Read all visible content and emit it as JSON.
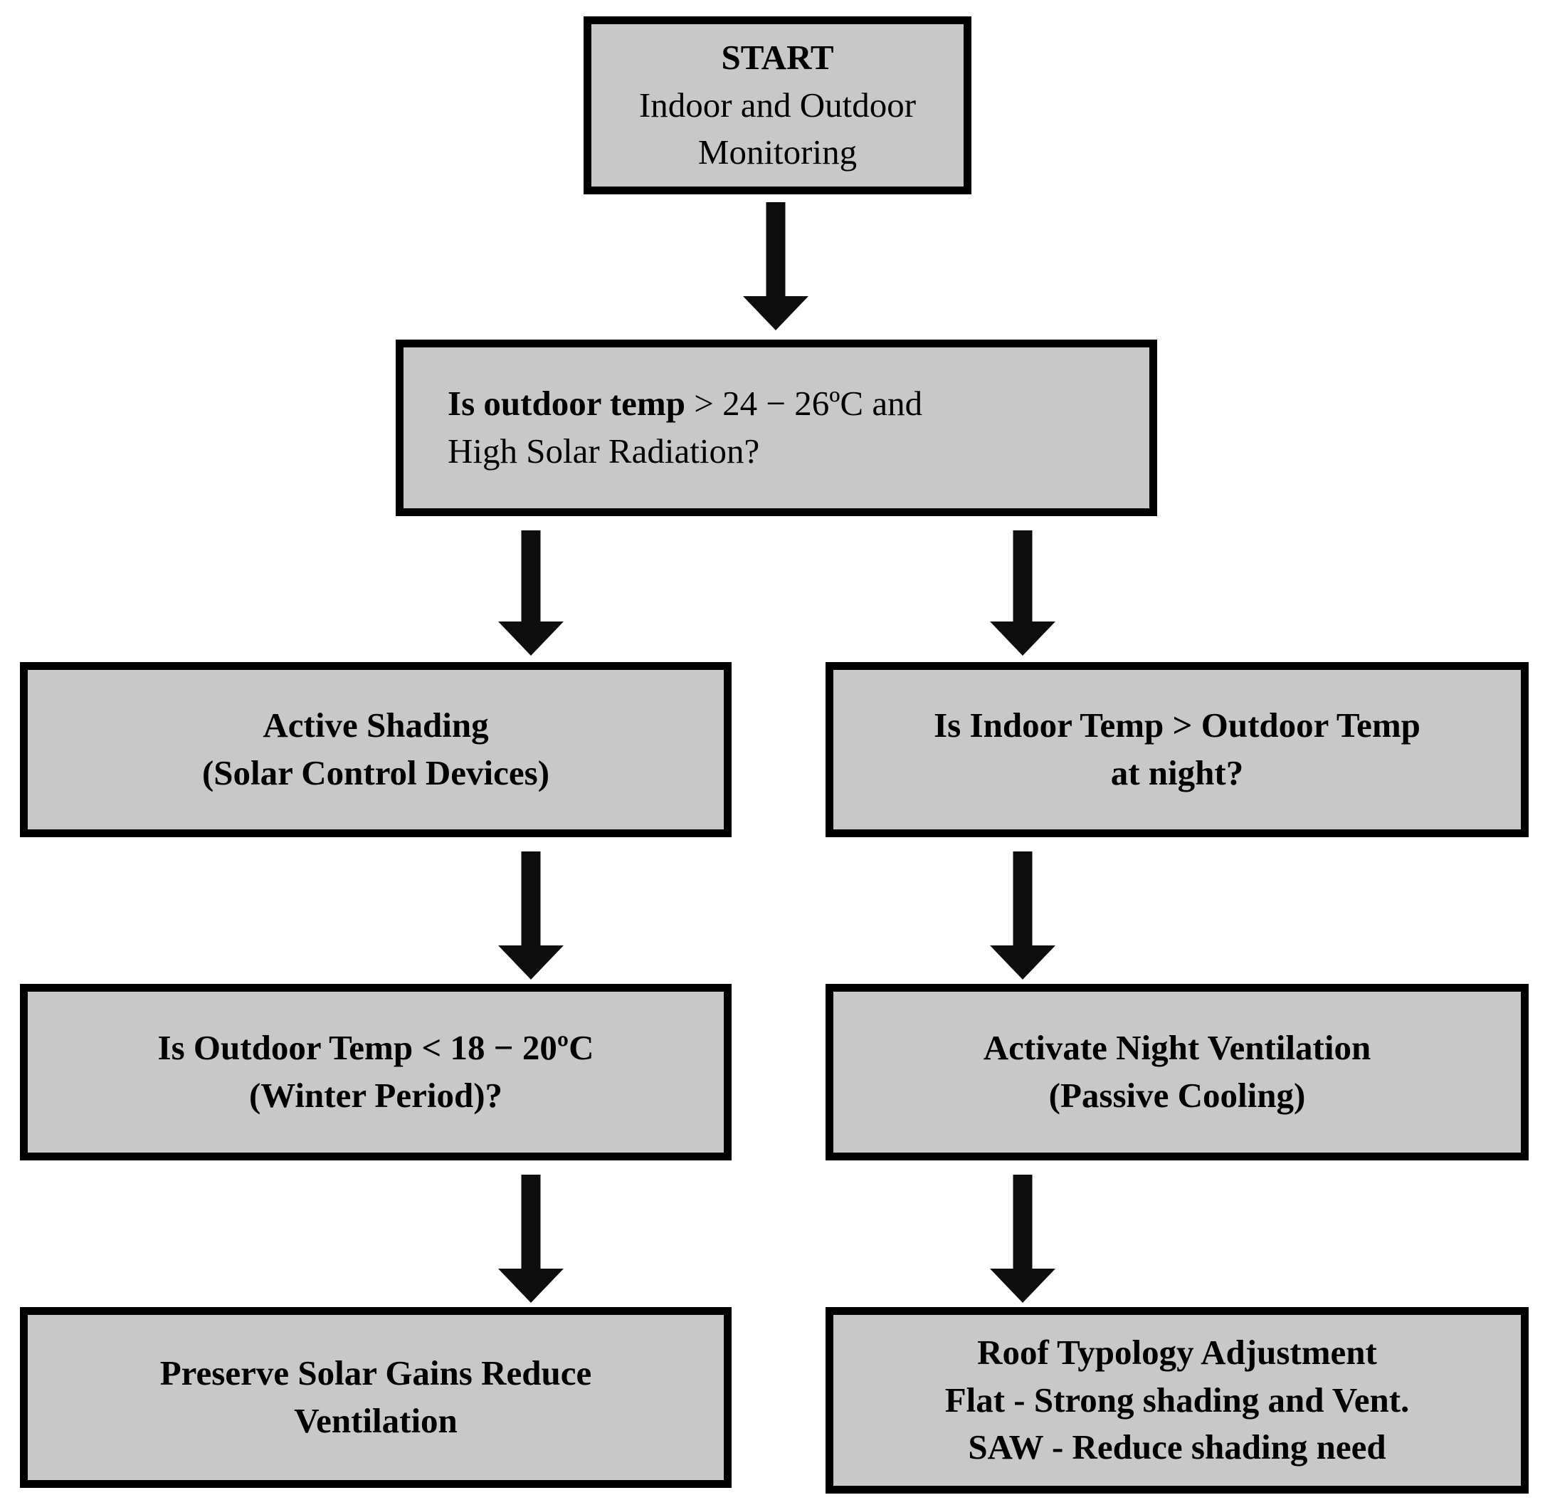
{
  "colors": {
    "background": "#ffffff",
    "box_fill": "#c8c8c8",
    "box_border": "#000000",
    "arrow": "#0d0d0d"
  },
  "nodes": {
    "start": {
      "line1": "START",
      "line2": "Indoor and Outdoor",
      "line3": "Monitoring"
    },
    "decision_outdoor_temp": {
      "line1_bold": "Is outdoor temp",
      "line1_rest": " > 24 − 26ºC and",
      "line2": "High Solar Radiation?"
    },
    "active_shading": {
      "line1": "Active Shading",
      "line2": "(Solar Control Devices)"
    },
    "indoor_vs_outdoor": {
      "line1": "Is Indoor Temp > Outdoor Temp",
      "line2": "at night?"
    },
    "winter_check": {
      "line1": "Is Outdoor Temp < 18 − 20ºC",
      "line2": "(Winter Period)?"
    },
    "night_ventilation": {
      "line1": "Activate Night Ventilation",
      "line2": "(Passive Cooling)"
    },
    "preserve_solar_gains": {
      "line1": "Preserve Solar Gains Reduce",
      "line2": "Ventilation"
    },
    "roof_typology": {
      "line1": "Roof Typology Adjustment",
      "line2": "Flat - Strong shading and Vent.",
      "line3": "SAW - Reduce shading need"
    }
  }
}
